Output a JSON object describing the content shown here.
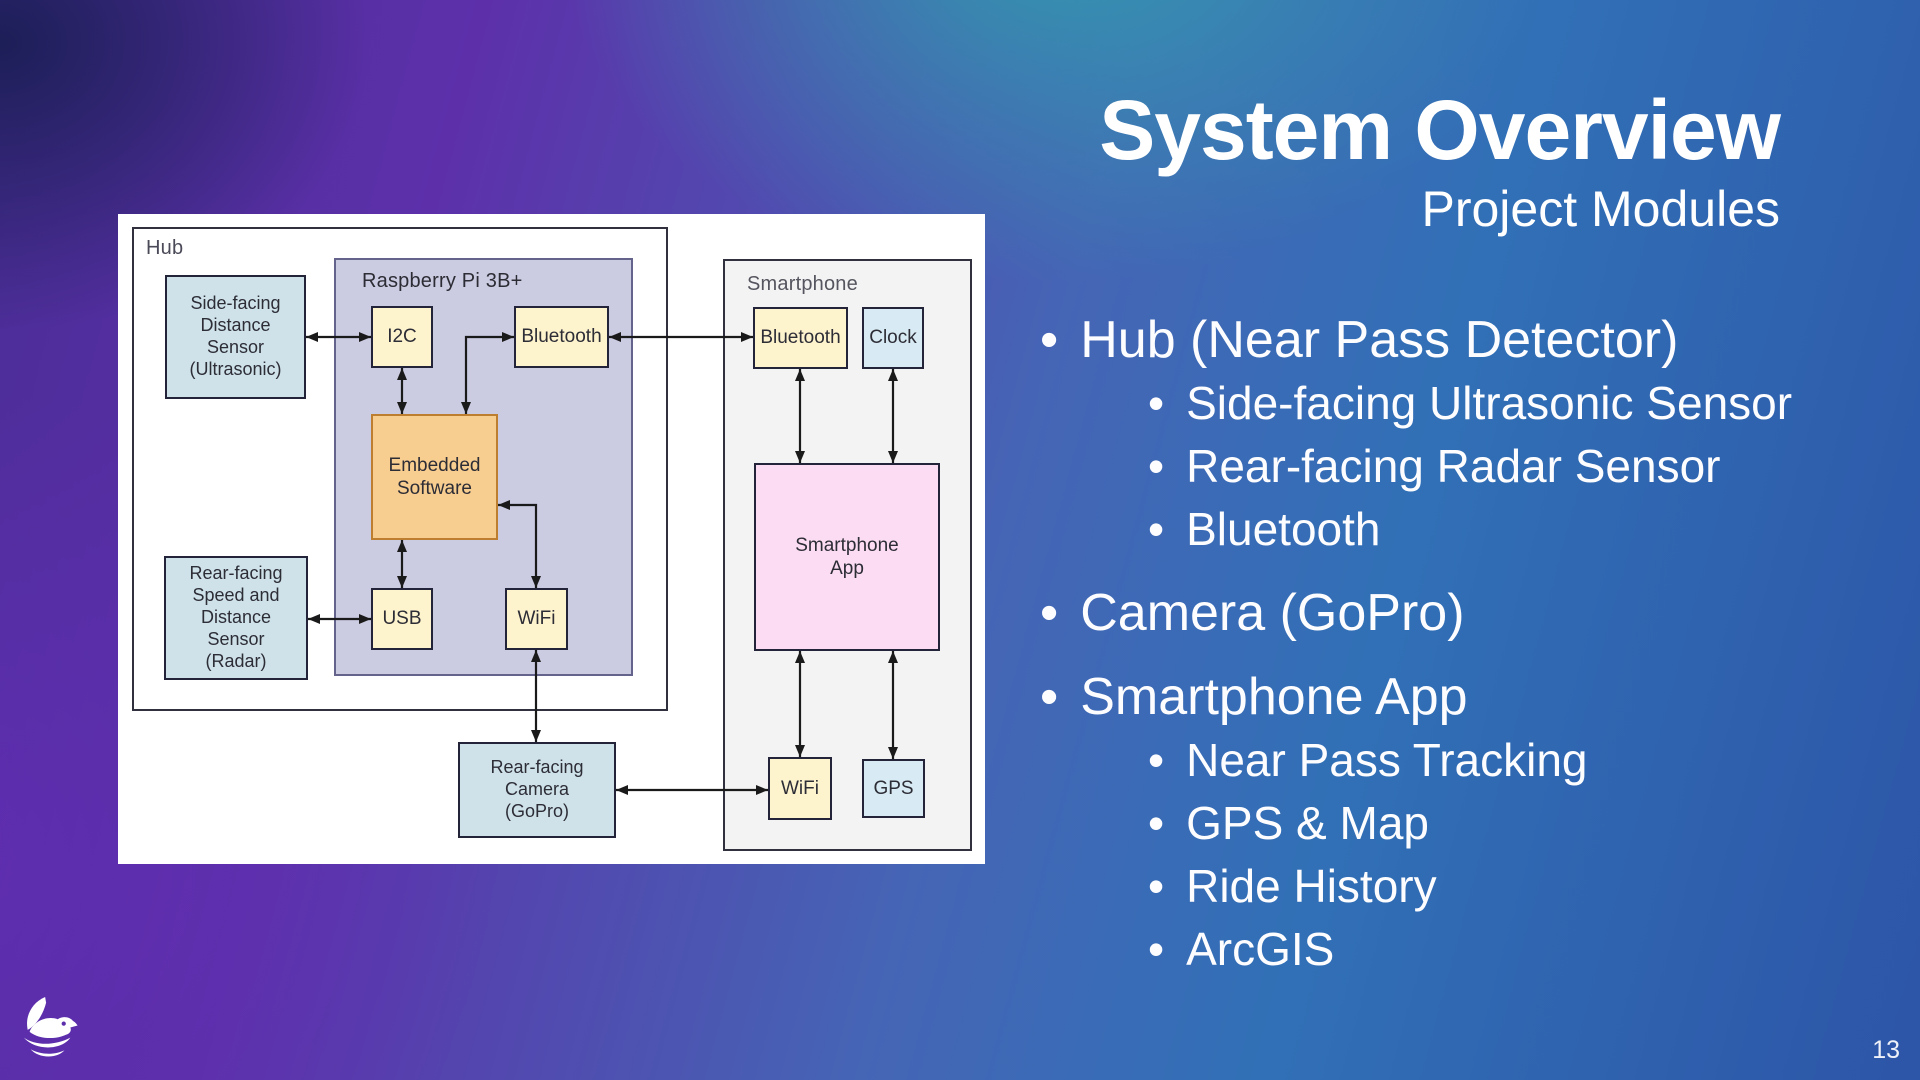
{
  "slide": {
    "title": "System Overview",
    "subtitle": "Project Modules",
    "page_number": "13",
    "bullet_char": "•",
    "bullets": [
      {
        "level": 1,
        "text": "Hub (Near Pass Detector)"
      },
      {
        "level": 2,
        "text": "Side-facing Ultrasonic Sensor"
      },
      {
        "level": 2,
        "text": "Rear-facing Radar Sensor"
      },
      {
        "level": 2,
        "text": "Bluetooth"
      },
      {
        "level": 1,
        "text": "Camera (GoPro)"
      },
      {
        "level": 1,
        "text": "Smartphone App"
      },
      {
        "level": 2,
        "text": "Near Pass Tracking"
      },
      {
        "level": 2,
        "text": "GPS & Map"
      },
      {
        "level": 2,
        "text": "Ride History"
      },
      {
        "level": 2,
        "text": "ArcGIS"
      }
    ]
  },
  "diagram": {
    "containers": {
      "hub": "Hub",
      "pi": "Raspberry Pi 3B+",
      "phone": "Smartphone"
    },
    "nodes": {
      "ultrasonic": "Side-facing Distance Sensor (Ultrasonic)",
      "i2c": "I2C",
      "bt_pi": "Bluetooth",
      "embedded": "Embedded Software",
      "usb": "USB",
      "wifi_pi": "WiFi",
      "radar": "Rear-facing Speed and Distance Sensor (Radar)",
      "bt_phone": "Bluetooth",
      "clock": "Clock",
      "app": "Smartphone App",
      "wifi_phone": "WiFi",
      "gps": "GPS",
      "camera": "Rear-facing Camera (GoPro)"
    }
  },
  "colors": {
    "sensor_blue": "#cfe2ea",
    "io_yellow": "#fdf3cd",
    "pi_lavender": "#cbcbe2",
    "software_orange": "#f7cd90",
    "app_pink": "#fbdcf2",
    "phone_gray": "#f3f3f3",
    "clock_blue": "#d8eaf3",
    "arrow_black": "#1a1a1a",
    "text_white": "#ffffff"
  }
}
